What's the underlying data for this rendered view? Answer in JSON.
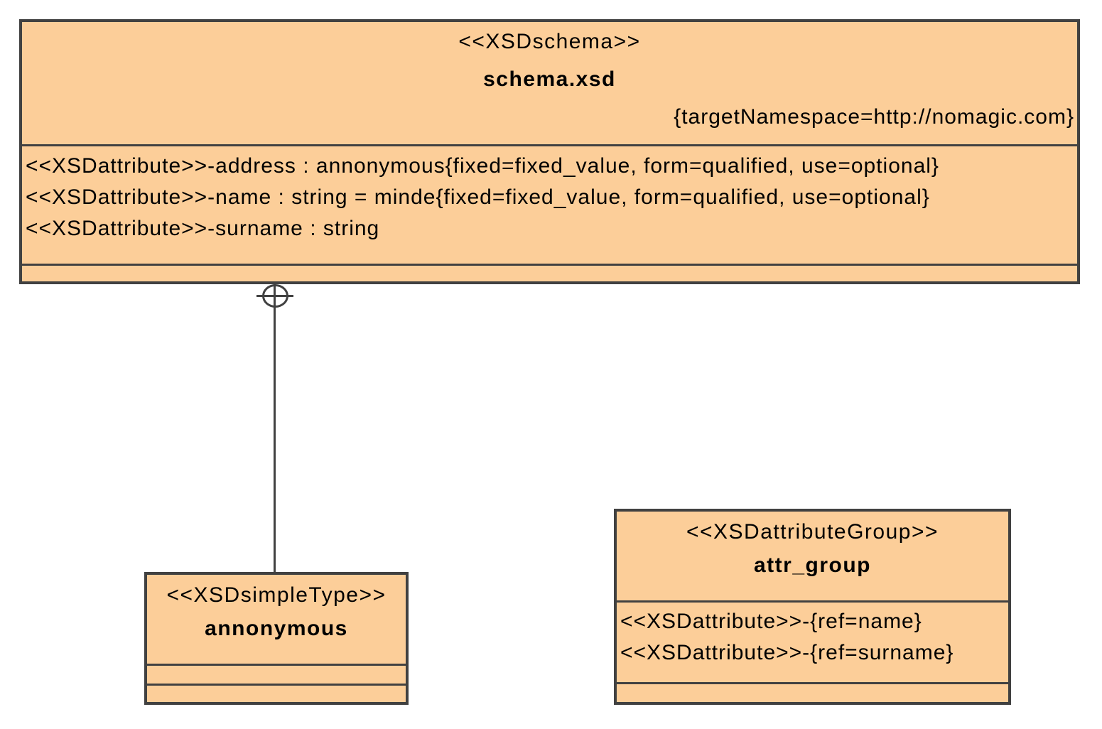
{
  "diagram": {
    "background_color": "#ffffff",
    "node_fill_color": "#FCCE99",
    "node_border_color": "#414141",
    "text_color": "#000000"
  },
  "schema_class": {
    "stereotype": "<<XSDschema>>",
    "name": "schema.xsd",
    "tagged_value": "{targetNamespace=http://nomagic.com}",
    "attributes": [
      "<<XSDattribute>>-address : annonymous{fixed=fixed_value, form=qualified, use=optional}",
      "<<XSDattribute>>-name : string = minde{fixed=fixed_value, form=qualified, use=optional}",
      "<<XSDattribute>>-surname : string"
    ]
  },
  "simple_type_class": {
    "stereotype": "<<XSDsimpleType>>",
    "name": "annonymous"
  },
  "attribute_group_class": {
    "stereotype": "<<XSDattributeGroup>>",
    "name": "attr_group",
    "attributes": [
      "<<XSDattribute>>-{ref=name}",
      "<<XSDattribute>>-{ref=surname}"
    ]
  },
  "connector": {
    "type": "containment",
    "from": "schema.xsd",
    "to": "annonymous"
  }
}
